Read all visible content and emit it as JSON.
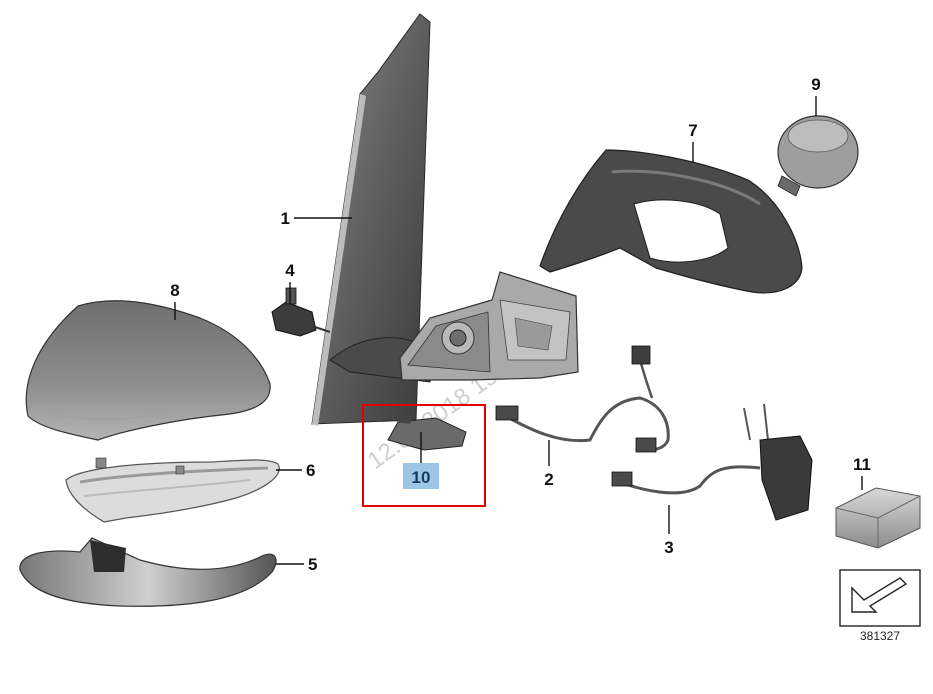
{
  "watermark": "12.04.2018 15:32:48",
  "diagram_number": "381327",
  "highlight": {
    "label": "10",
    "border_color": "#e00000",
    "label_bg": "#9cc6e6"
  },
  "callouts": {
    "c1": "1",
    "c2": "2",
    "c3": "3",
    "c4": "4",
    "c5": "5",
    "c6": "6",
    "c7": "7",
    "c8": "8",
    "c9": "9",
    "c11": "11"
  },
  "icons": {
    "orientation": "arrow-icon"
  }
}
